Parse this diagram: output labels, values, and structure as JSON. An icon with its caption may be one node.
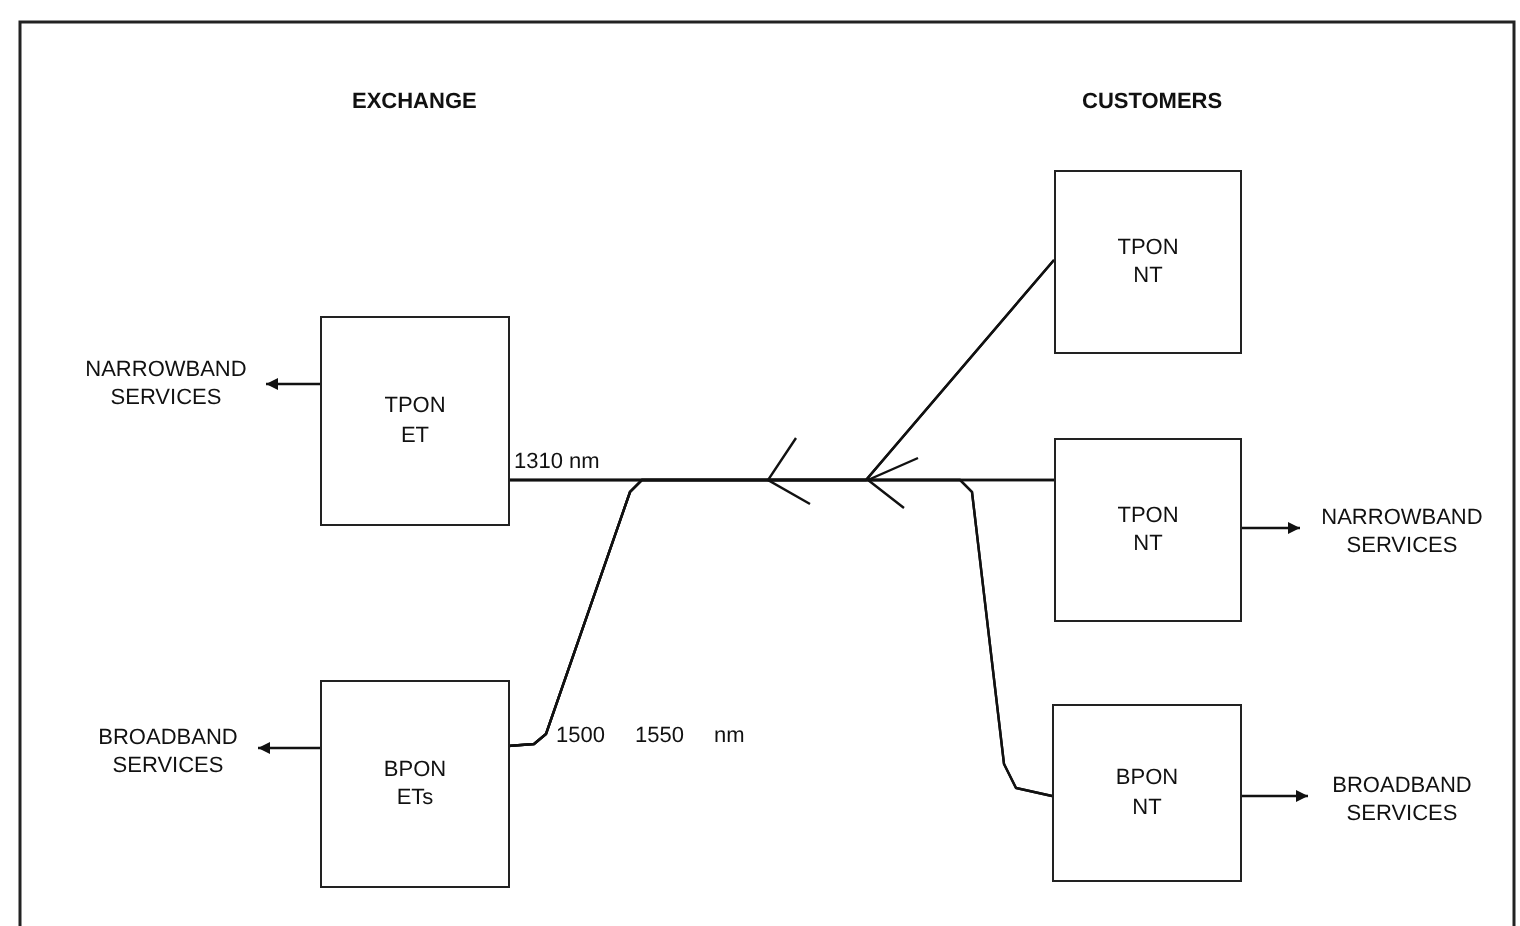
{
  "diagram": {
    "nodes": [
      {
        "text": [
          "TPON ET"
        ]
      },
      {
        "text": [
          "BPON ETs"
        ]
      },
      {
        "text": [
          "TPON NT"
        ]
      },
      {
        "text": [
          "TPON NT"
        ]
      },
      {
        "text": [
          "BPON NT"
        ]
      },
      {
        "text": [
          "NARROWBAND SERVICES"
        ]
      },
      {
        "text": [
          "BROADBAND SERVICES"
        ]
      },
      {
        "text": [
          "NARROWBAND SERVICES"
        ]
      },
      {
        "text": [
          "BROADBAND SERVICES"
        ]
      }
    ],
    "edges": [
      {
        "from": 0,
        "to": 5,
        "arrow": "to"
      },
      {
        "from": 1,
        "to": 6,
        "arrow": "to"
      },
      {
        "from": 3,
        "to": 7,
        "arrow": "to"
      },
      {
        "from": 4,
        "to": 8,
        "arrow": "to"
      },
      {
        "from": 0,
        "to": 2,
        "arrow": "none"
      },
      {
        "from": 0,
        "to": 3,
        "arrow": "none"
      },
      {
        "from": 0,
        "to": 4,
        "arrow": "none"
      },
      {
        "from": 1,
        "to": 2,
        "arrow": "none"
      },
      {
        "from": 1,
        "to": 3,
        "arrow": "none"
      },
      {
        "from": 1,
        "to": 4,
        "arrow": "none"
      }
    ],
    "labels": [
      "EXCHANGE",
      "CUSTOMERS",
      "1310 nm",
      "1500 1550 nm"
    ]
  }
}
